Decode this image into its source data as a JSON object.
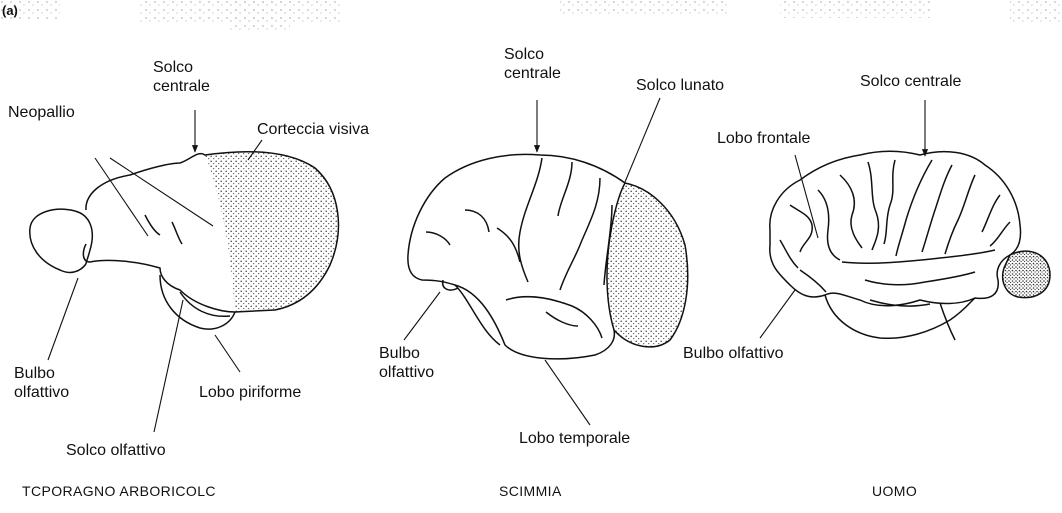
{
  "figure": {
    "panel_label": "(a)",
    "shrew": {
      "caption": "TCPORAGNO ARBORICOLC",
      "labels": {
        "sulcus_central": "Solco\ncentrale",
        "neopallium": "Neopallio",
        "visual_cortex": "Corteccia visiva",
        "olfactory_bulb": "Bulbo\nolfattivo",
        "piriform_lobe": "Lobo piriforme",
        "olfactory_sulcus": "Solco olfattivo"
      }
    },
    "monkey": {
      "caption": "SCIMMIA",
      "labels": {
        "sulcus_central": "Solco\ncentrale",
        "lunate_sulcus": "Solco lunato",
        "olfactory_bulb": "Bulbo\nolfattivo",
        "temporal_lobe": "Lobo temporale"
      }
    },
    "human": {
      "caption": "UOMO",
      "labels": {
        "sulcus_central": "Solco centrale",
        "frontal_lobe": "Lobo frontale",
        "olfactory_bulb": "Bulbo olfattivo"
      }
    },
    "colors": {
      "ink": "#111111",
      "stipple": "#444444",
      "background": "#ffffff"
    }
  }
}
